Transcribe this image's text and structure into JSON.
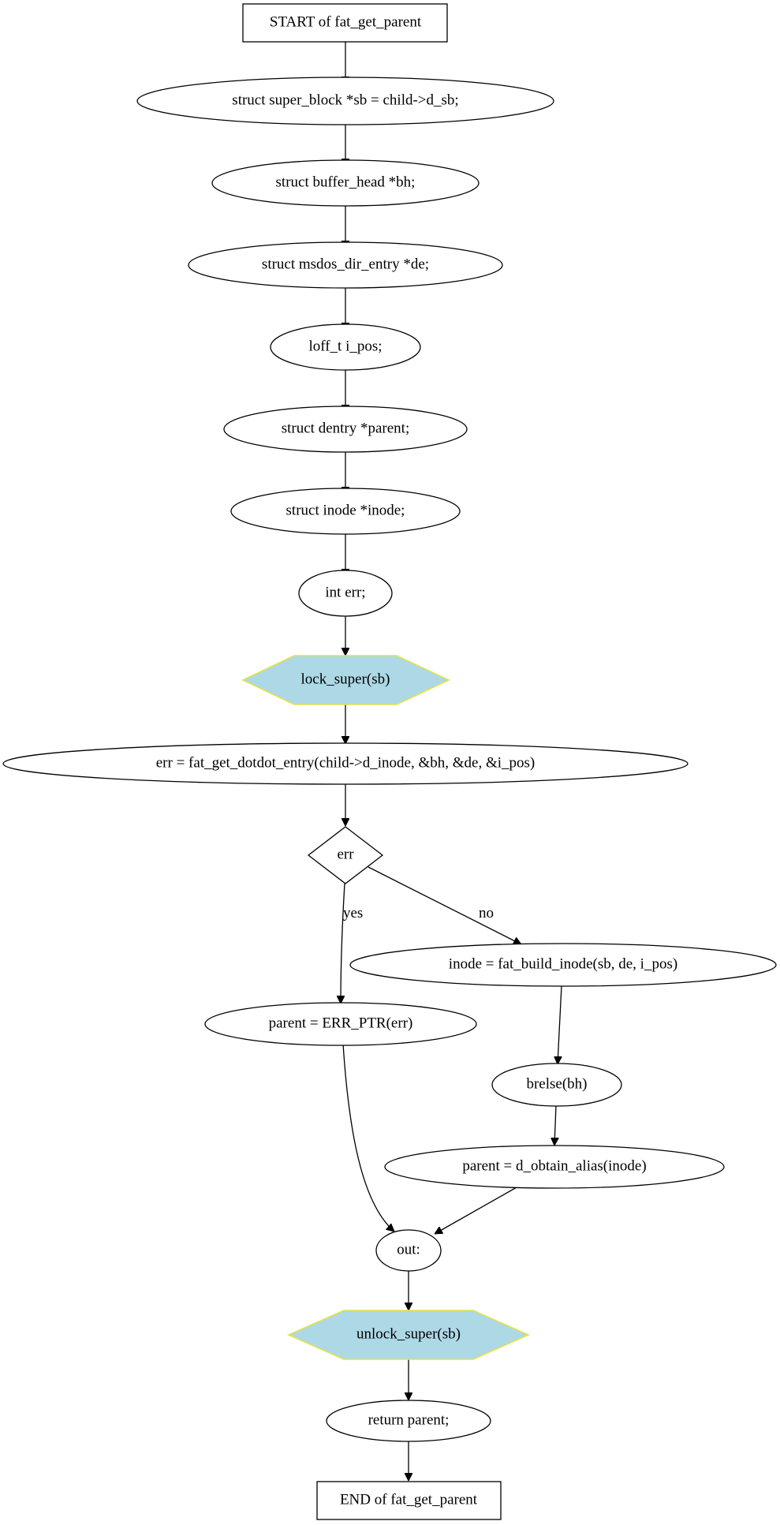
{
  "colors": {
    "hex_fill": "#add8e6",
    "hex_stroke": "#e3e34a",
    "line": "#000000",
    "background": "#ffffff"
  },
  "nodes": {
    "start": "START of fat_get_parent",
    "sb_decl": "struct super_block *sb = child->d_sb;",
    "bh_decl": "struct buffer_head *bh;",
    "de_decl": "struct msdos_dir_entry *de;",
    "ipos_decl": "loff_t i_pos;",
    "parent_decl": "struct dentry *parent;",
    "inode_decl": "struct inode *inode;",
    "err_decl": "int err;",
    "lock_super": "lock_super(sb)",
    "get_dotdot": "err = fat_get_dotdot_entry(child->d_inode, &bh, &de, &i_pos)",
    "err_check": "err",
    "build_inode": "inode = fat_build_inode(sb, de, i_pos)",
    "err_ptr": "parent = ERR_PTR(err)",
    "brelse": "brelse(bh)",
    "obtain_alias": "parent = d_obtain_alias(inode)",
    "out_label": "out:",
    "unlock_super": "unlock_super(sb)",
    "return_parent": "return parent;",
    "end": "END of fat_get_parent"
  },
  "edge_labels": {
    "yes": "yes",
    "no": "no"
  }
}
